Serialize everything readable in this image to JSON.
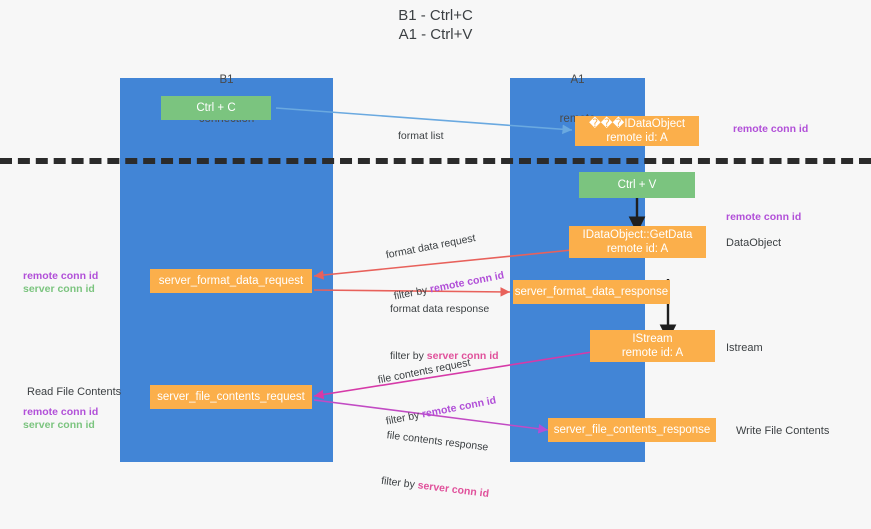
{
  "title": "B1 - Ctrl+C\nA1 - Ctrl+V",
  "colors": {
    "lane": "#4285d6",
    "green_node": "#7bc47f",
    "orange_node": "#fbaf4b",
    "remote_conn_id": "#b14fd8",
    "server_conn_id_pink": "#e0519b",
    "server_conn_id_green": "#7bc47f",
    "separator": "#2b2b2b",
    "arrow_blue": "#6aa9e0",
    "arrow_red": "#e8615b",
    "arrow_magenta": "#d63aa8",
    "arrow_purple": "#b14fd8",
    "arrow_black": "#1f1f1f",
    "background": "#f7f7f7"
  },
  "lanes": [
    {
      "id": "b1",
      "title": "B1",
      "subtitle": "connection"
    },
    {
      "id": "a1",
      "title": "A1",
      "subtitle": "remote"
    }
  ],
  "nodes": [
    {
      "id": "ctrl-c",
      "label": "Ctrl + C",
      "sub": "",
      "kind": "green"
    },
    {
      "id": "idataobject-remote",
      "label": "���IDataObject",
      "sub": "remote id: A",
      "kind": "orange"
    },
    {
      "id": "ctrl-v",
      "label": "Ctrl + V",
      "sub": "",
      "kind": "green"
    },
    {
      "id": "idataobject-getdata",
      "label": "IDataObject::GetData",
      "sub": "remote id: A",
      "kind": "orange"
    },
    {
      "id": "server-format-data-request",
      "label": "server_format_data_request",
      "sub": "",
      "kind": "orange"
    },
    {
      "id": "server-format-data-response",
      "label": "server_format_data_response",
      "sub": "",
      "kind": "orange"
    },
    {
      "id": "istream",
      "label": "IStream",
      "sub": "remote id: A",
      "kind": "orange"
    },
    {
      "id": "server-file-contents-request",
      "label": "server_file_contents_request",
      "sub": "",
      "kind": "orange"
    },
    {
      "id": "server-file-contents-response",
      "label": "server_file_contents_response",
      "sub": "",
      "kind": "orange"
    }
  ],
  "edge_labels": [
    {
      "id": "format-list",
      "line1": "format list",
      "line2": "",
      "line2_hl": "",
      "hl_kind": ""
    },
    {
      "id": "format-data-request",
      "line1": "format data request",
      "line2": "filter by ",
      "line2_hl": "remote conn id",
      "hl_kind": "remote"
    },
    {
      "id": "format-data-response",
      "line1": "format data response",
      "line2": "filter by ",
      "line2_hl": "server conn id",
      "hl_kind": "server"
    },
    {
      "id": "file-contents-request",
      "line1": "file contents request",
      "line2": "filter by ",
      "line2_hl": "remote conn id",
      "hl_kind": "remote"
    },
    {
      "id": "file-contents-response",
      "line1": "file contents response",
      "line2": "filter by ",
      "line2_hl": "server conn id",
      "hl_kind": "server"
    }
  ],
  "right_notes": [
    {
      "id": "right-remote-conn-id-1",
      "text": "remote conn id",
      "style": "remote"
    },
    {
      "id": "right-remote-conn-id-2",
      "text": "remote conn id",
      "style": "remote"
    },
    {
      "id": "right-dataobject",
      "text": "DataObject",
      "style": "plain"
    },
    {
      "id": "right-istream",
      "text": "Istream",
      "style": "plain"
    },
    {
      "id": "right-write-file",
      "text": "Write File Contents",
      "style": "plain"
    }
  ],
  "left_notes": [
    {
      "id": "left-remote-conn-id-1",
      "text": "remote conn id",
      "style": "remote"
    },
    {
      "id": "left-server-conn-id-1",
      "text": "server conn id",
      "style": "server"
    },
    {
      "id": "left-read-file",
      "text": "Read File Contents",
      "style": "plain"
    },
    {
      "id": "left-remote-conn-id-2",
      "text": "remote conn id",
      "style": "remote"
    },
    {
      "id": "left-server-conn-id-2",
      "text": "server conn id",
      "style": "server"
    }
  ]
}
